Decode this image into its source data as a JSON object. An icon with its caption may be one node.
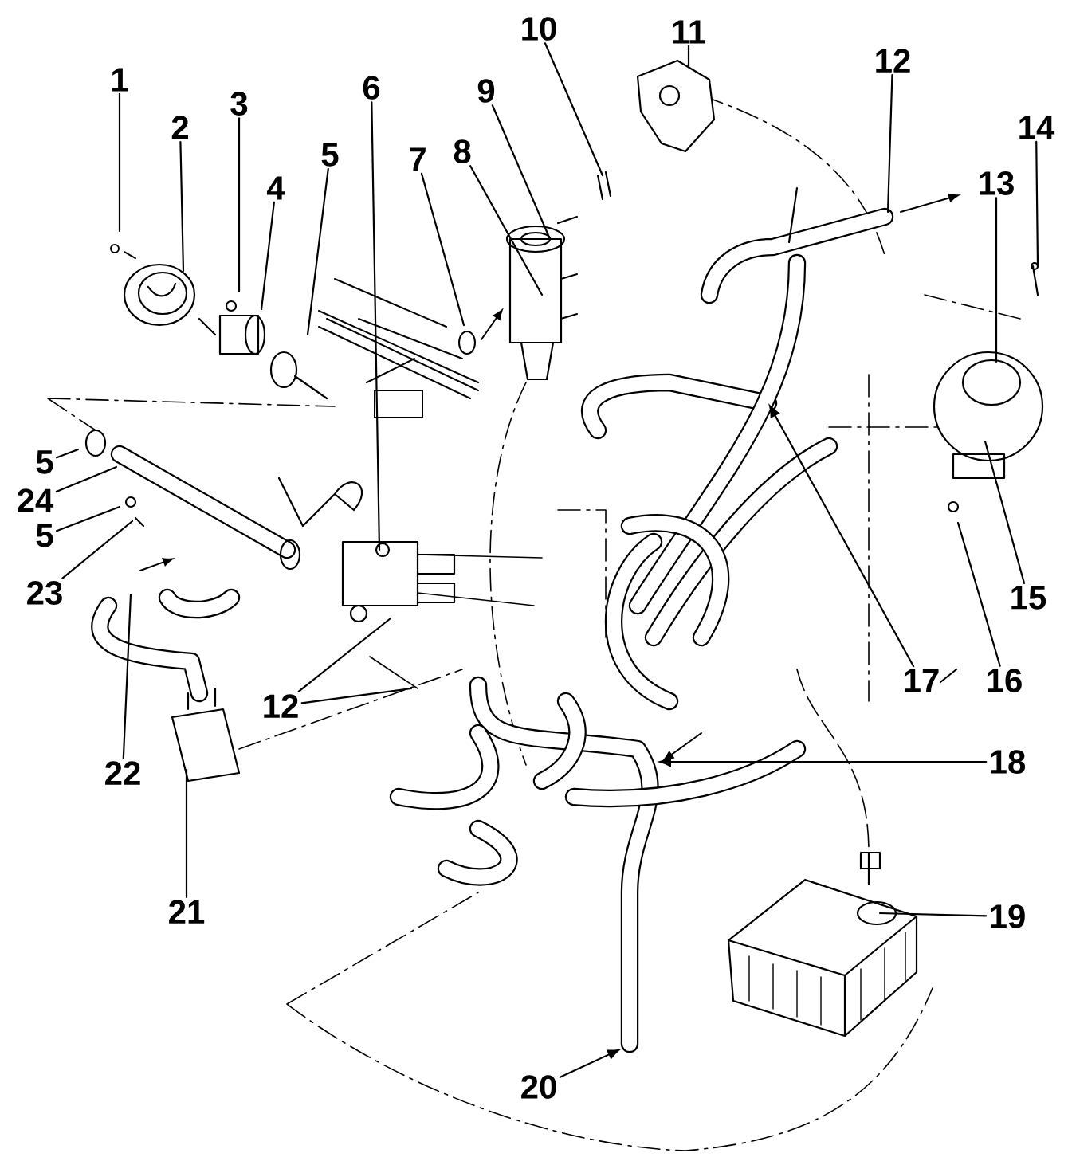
{
  "diagram": {
    "nodes": [
      {
        "text": [
          "1"
        ]
      },
      {
        "text": [
          "2"
        ]
      },
      {
        "text": [
          "3"
        ]
      },
      {
        "text": [
          "4"
        ]
      },
      {
        "text": [
          "5"
        ]
      },
      {
        "text": [
          "6"
        ]
      },
      {
        "text": [
          "7"
        ]
      },
      {
        "text": [
          "8"
        ]
      },
      {
        "text": [
          "9"
        ]
      },
      {
        "text": [
          "10"
        ]
      },
      {
        "text": [
          "11"
        ]
      },
      {
        "text": [
          "12"
        ]
      },
      {
        "text": [
          "13"
        ]
      },
      {
        "text": [
          "14"
        ]
      },
      {
        "text": [
          "5"
        ]
      },
      {
        "text": [
          "24"
        ]
      },
      {
        "text": [
          "5"
        ]
      },
      {
        "text": [
          "23"
        ]
      },
      {
        "text": [
          "22"
        ]
      },
      {
        "text": [
          "21"
        ]
      },
      {
        "text": [
          "12"
        ]
      },
      {
        "text": [
          "15"
        ]
      },
      {
        "text": [
          "17"
        ]
      },
      {
        "text": [
          "16"
        ]
      },
      {
        "text": [
          "18"
        ]
      },
      {
        "text": [
          "19"
        ]
      },
      {
        "text": [
          "20"
        ]
      }
    ],
    "edges": [
      {
        "from": 0,
        "to": null,
        "arrow": "none"
      },
      {
        "from": 1,
        "to": null,
        "arrow": "none"
      },
      {
        "from": 2,
        "to": null,
        "arrow": "none"
      },
      {
        "from": 3,
        "to": null,
        "arrow": "none"
      },
      {
        "from": 4,
        "to": null,
        "arrow": "none"
      },
      {
        "from": 5,
        "to": null,
        "arrow": "none"
      },
      {
        "from": 6,
        "to": null,
        "arrow": "none"
      },
      {
        "from": 7,
        "to": null,
        "arrow": "none"
      },
      {
        "from": 8,
        "to": null,
        "arrow": "none"
      },
      {
        "from": 9,
        "to": null,
        "arrow": "none"
      },
      {
        "from": 10,
        "to": null,
        "arrow": "none"
      },
      {
        "from": 11,
        "to": null,
        "arrow": "none"
      },
      {
        "from": 12,
        "to": null,
        "arrow": "none"
      },
      {
        "from": 13,
        "to": null,
        "arrow": "none"
      },
      {
        "from": 14,
        "to": null,
        "arrow": "none"
      },
      {
        "from": 15,
        "to": null,
        "arrow": "none"
      },
      {
        "from": 16,
        "to": null,
        "arrow": "none"
      },
      {
        "from": 17,
        "to": null,
        "arrow": "none"
      },
      {
        "from": 18,
        "to": null,
        "arrow": "none"
      },
      {
        "from": 19,
        "to": null,
        "arrow": "none"
      },
      {
        "from": 20,
        "to": null,
        "arrow": "none"
      },
      {
        "from": 20,
        "to": null,
        "arrow": "none"
      },
      {
        "from": 21,
        "to": null,
        "arrow": "none"
      },
      {
        "from": 22,
        "to": null,
        "arrow": "to"
      },
      {
        "from": 23,
        "to": null,
        "arrow": "none"
      },
      {
        "from": 24,
        "to": null,
        "arrow": "to"
      },
      {
        "from": 25,
        "to": null,
        "arrow": "none"
      },
      {
        "from": 26,
        "to": null,
        "arrow": "to"
      }
    ]
  }
}
